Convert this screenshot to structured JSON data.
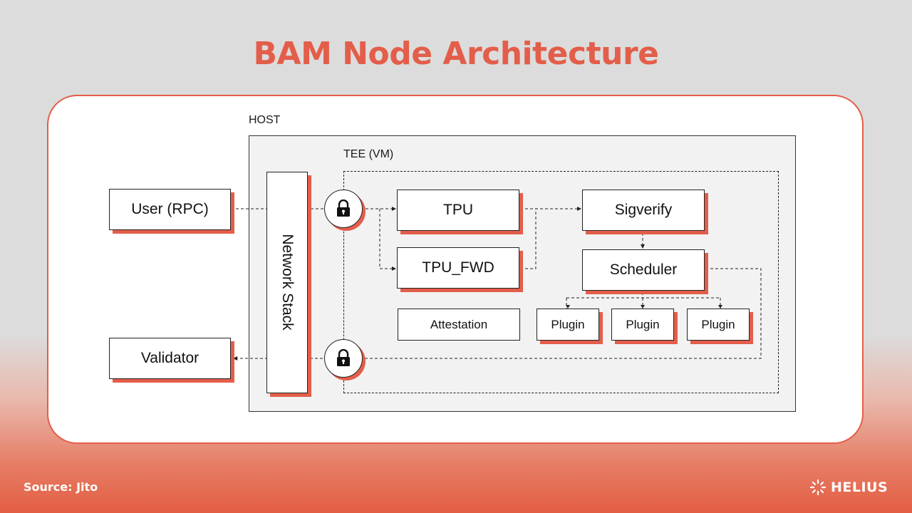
{
  "title": "BAM Node Architecture",
  "host_label": "HOST",
  "tee_label": "TEE (VM)",
  "nodes": {
    "user": "User (RPC)",
    "validator": "Validator",
    "network_stack": "Network Stack",
    "tpu": "TPU",
    "tpu_fwd": "TPU_FWD",
    "sigverify": "Sigverify",
    "scheduler": "Scheduler",
    "attestation": "Attestation",
    "plugins": [
      "Plugin",
      "Plugin",
      "Plugin"
    ]
  },
  "icons": {
    "lock_in": "lock-icon",
    "lock_out": "lock-icon",
    "logo": "helius-logo-icon"
  },
  "source": "Source: Jito",
  "brand": "HELIUS",
  "colors": {
    "accent": "#e35e4a",
    "background": "#dcdcdc",
    "host_fill": "#f2f2f2"
  }
}
